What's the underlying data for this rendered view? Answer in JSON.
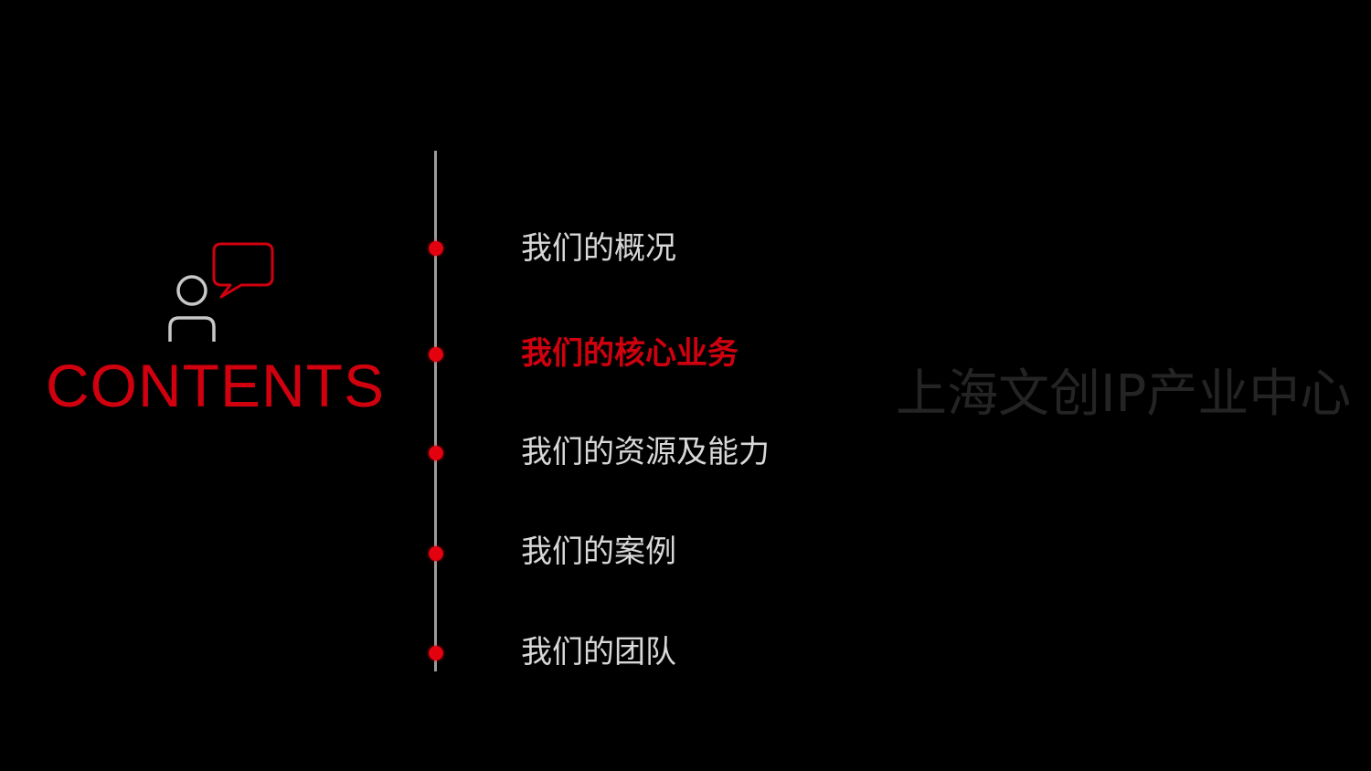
{
  "header": {
    "title": "CONTENTS",
    "icon": "person-speech-bubble-icon"
  },
  "colors": {
    "accent": "#d0000f",
    "text": "#d8d8d8",
    "line": "#9c9c9c",
    "watermark": "#242424",
    "background": "#000000"
  },
  "menu": {
    "items": [
      {
        "label": "我们的概况",
        "active": false
      },
      {
        "label": "我们的核心业务",
        "active": true
      },
      {
        "label": "我们的资源及能力",
        "active": false
      },
      {
        "label": "我们的案例",
        "active": false
      },
      {
        "label": "我们的团队",
        "active": false
      }
    ]
  },
  "watermark": {
    "text": "上海文创IP产业中心"
  }
}
